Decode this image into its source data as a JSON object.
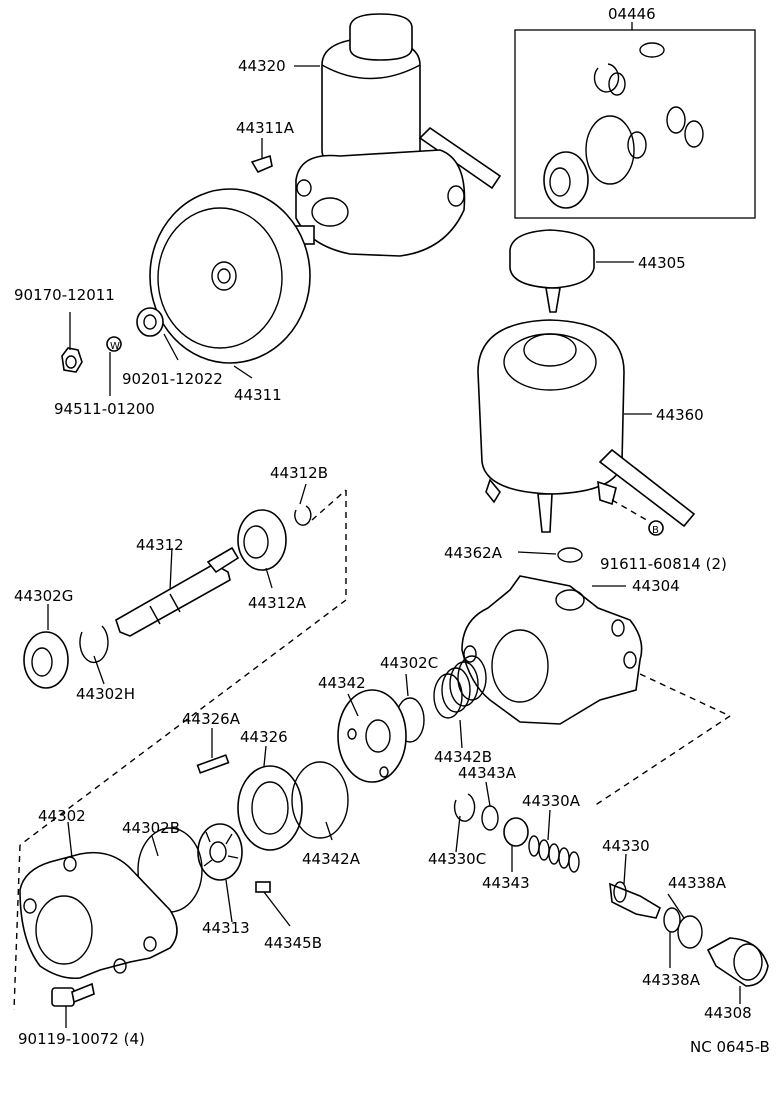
{
  "labels": {
    "p04446": "04446",
    "p44320": "44320",
    "p44311A": "44311A",
    "p44305": "44305",
    "p90170": "90170-12011",
    "p90201": "90201-12022",
    "p94511": "94511-01200",
    "p44311": "44311",
    "p44360": "44360",
    "p44312B": "44312B",
    "p44312": "44312",
    "p44312A": "44312A",
    "p44302G": "44302G",
    "p44302H": "44302H",
    "p44362A": "44362A",
    "p91611": "91611-60814 (2)",
    "p44304": "44304",
    "p44302C": "44302C",
    "p44342": "44342",
    "p44342B": "44342B",
    "p44326A": "44326A",
    "p44326": "44326",
    "p44343A": "44343A",
    "p44330A": "44330A",
    "p44302": "44302",
    "p44302B": "44302B",
    "p44342A": "44342A",
    "p44330C": "44330C",
    "p44343": "44343",
    "p44330": "44330",
    "p44313": "44313",
    "p44338A_top": "44338A",
    "p44345B": "44345B",
    "p44338A_bot": "44338A",
    "p44308": "44308",
    "p90119": "90119-10072 (4)",
    "code": "NC 0645-B"
  },
  "symbols": {
    "W": "W",
    "B": "B"
  }
}
